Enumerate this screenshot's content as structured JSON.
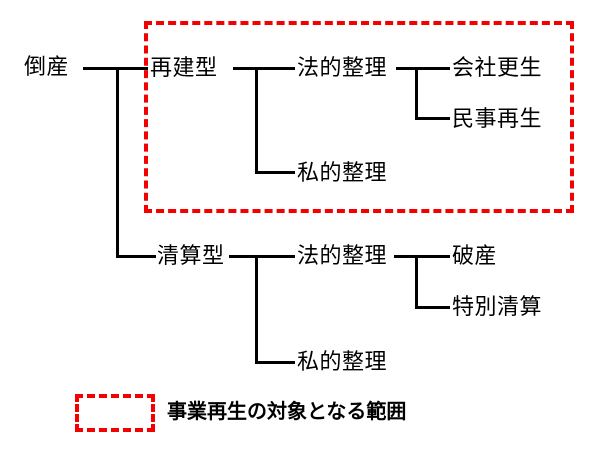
{
  "tree": {
    "root": {
      "label": "倒産",
      "children": [
        {
          "label": "再建型",
          "children": [
            {
              "label": "法的整理",
              "children": [
                {
                  "label": "会社更生"
                },
                {
                  "label": "民事再生"
                }
              ]
            },
            {
              "label": "私的整理"
            }
          ]
        },
        {
          "label": "清算型",
          "children": [
            {
              "label": "法的整理",
              "children": [
                {
                  "label": "破産"
                },
                {
                  "label": "特別清算"
                }
              ]
            },
            {
              "label": "私的整理"
            }
          ]
        }
      ]
    }
  },
  "legend": {
    "label": "事業再生の対象となる範囲"
  },
  "colors": {
    "line": "#000000",
    "highlight": "#f40000",
    "background": "#ffffff"
  }
}
